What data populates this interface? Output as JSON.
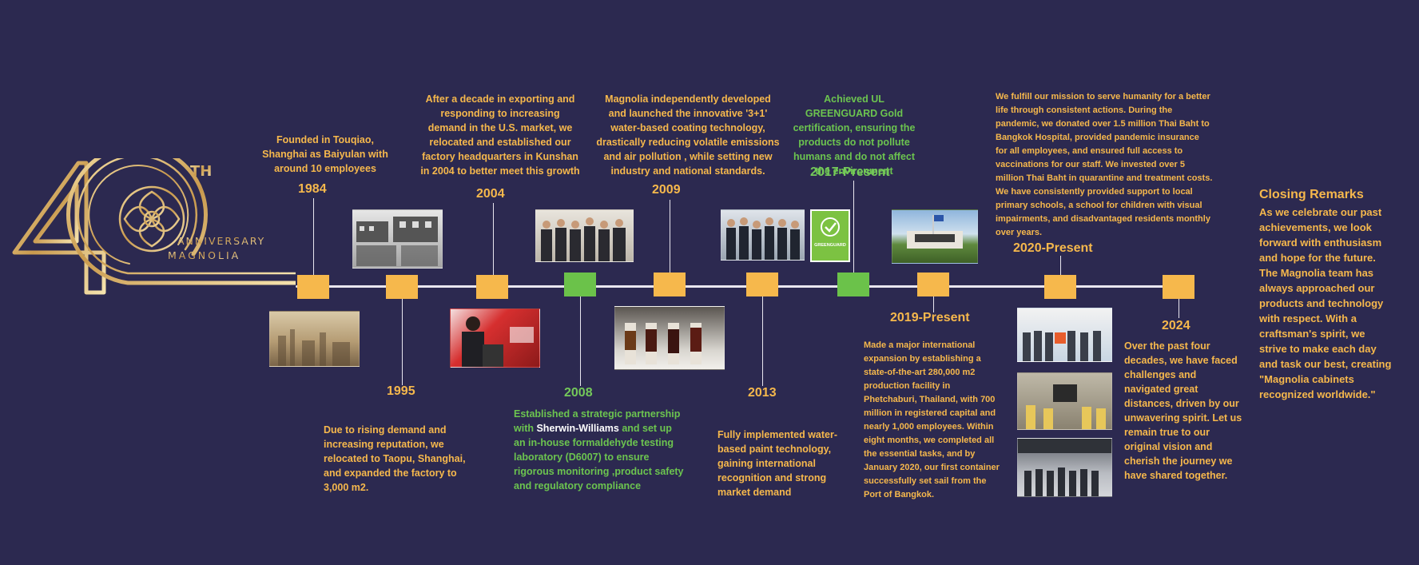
{
  "logo": {
    "number": "40",
    "superscript": "TH",
    "line1": "ANNIVERSARY",
    "line2": "MAGNOLIA"
  },
  "events": [
    {
      "year": "1984",
      "text": "Founded in Touqiao, Shanghai as Baiyulan with around 10 employees"
    },
    {
      "year": "1995",
      "text": "Due to rising demand and increasing reputation, we relocated to Taopu, Shanghai, and expanded the factory to 3,000 m2."
    },
    {
      "year": "2004",
      "text": "After a decade in exporting and responding to increasing demand in the U.S. market, we relocated and established our factory headquarters in Kunshan in 2004 to better meet this growth"
    },
    {
      "year": "2008",
      "text_a": "Established a strategic partnership with ",
      "highlight": "Sherwin-Williams",
      "text_b": " and set up an in-house formaldehyde testing laboratory (D6007) to ensure rigorous monitoring ,product safety and regulatory compliance"
    },
    {
      "year": "2009",
      "text": "Magnolia independently developed and launched the innovative '3+1' water-based coating technology, drastically reducing volatile emissions and air pollution , while setting new industry and national standards."
    },
    {
      "year": "2013",
      "text": "Fully implemented water-based paint technology, gaining international recognition and strong market demand"
    },
    {
      "year": "2017-Present",
      "text": "Achieved UL GREENGUARD Gold certification, ensuring the products do not pollute humans and do not affect the environment"
    },
    {
      "year": "2019-Present",
      "text": "Made a major international expansion by establishing a state-of-the-art 280,000 m2 production facility in Phetchaburi, Thailand, with 700 million in registered capital and nearly 1,000 employees. Within eight months, we completed all the essential tasks, and by January 2020, our first container successfully set sail from the Port of Bangkok."
    },
    {
      "year": "2020-Present",
      "text": "We fulfill our mission to serve humanity for a better life through consistent actions. During the pandemic, we donated over 1.5 million Thai Baht to Bangkok Hospital, provided pandemic insurance for all employees, and ensured full access to vaccinations for our staff. We invested over 5 million Thai Baht in quarantine and treatment costs. We have consistently provided support to local primary schools, a school for children with visual impairments, and disadvantaged residents monthly over years."
    },
    {
      "year": "2024",
      "text": "Over the past four decades, we have faced challenges and navigated great distances, driven by our unwavering spirit. Let us remain true to our original vision and cherish the journey we have shared together."
    }
  ],
  "closing": {
    "title": "Closing Remarks",
    "text": "As we celebrate our past achievements, we look forward with enthusiasm and hope for the future. The Magnolia team has always approached our products and technology with respect. With a craftsman's spirit, we strive to make each day and task our best, creating \"Magnolia cabinets recognized worldwide.\""
  },
  "badge": {
    "label": "GREENGUARD"
  },
  "colors": {
    "background": "#2c2950",
    "accent": "#f6b84c",
    "green": "#6bc24a",
    "line": "#e9e6ef",
    "highlight": "#ffffff"
  }
}
